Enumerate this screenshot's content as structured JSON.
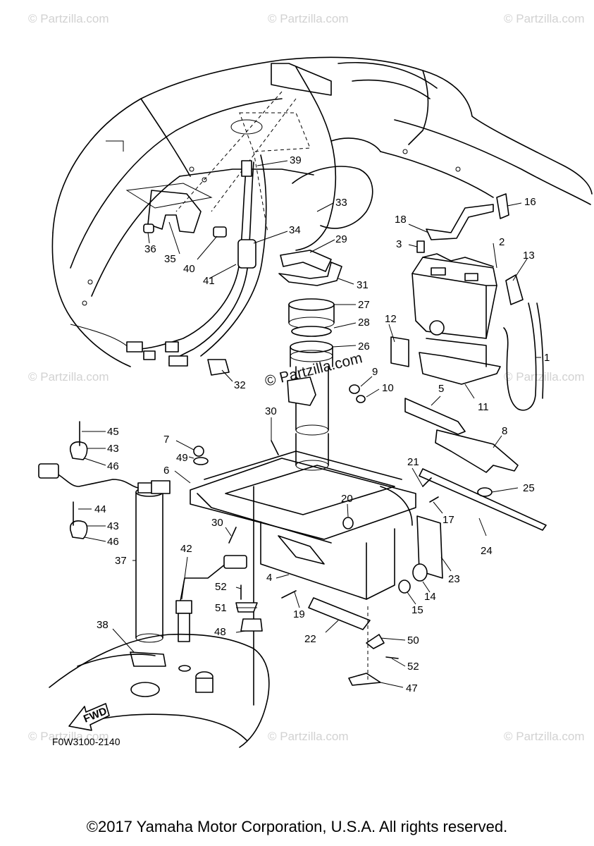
{
  "drawing_code": "F0W3100-2140",
  "copyright": "©2017 Yamaha Motor Corporation, U.S.A. All rights reserved.",
  "fwd_label": "FWD",
  "watermark_text": "© Partzilla.com",
  "center_watermark": "© Partzilla.com",
  "callouts": [
    "1",
    "2",
    "3",
    "4",
    "5",
    "6",
    "7",
    "8",
    "9",
    "10",
    "11",
    "12",
    "13",
    "14",
    "15",
    "16",
    "17",
    "18",
    "19",
    "20",
    "21",
    "22",
    "23",
    "24",
    "25",
    "26",
    "27",
    "28",
    "29",
    "30",
    "30",
    "31",
    "32",
    "33",
    "34",
    "35",
    "36",
    "37",
    "38",
    "39",
    "40",
    "41",
    "42",
    "43",
    "43",
    "44",
    "45",
    "46",
    "46",
    "47",
    "48",
    "49",
    "50",
    "51",
    "52",
    "52"
  ]
}
